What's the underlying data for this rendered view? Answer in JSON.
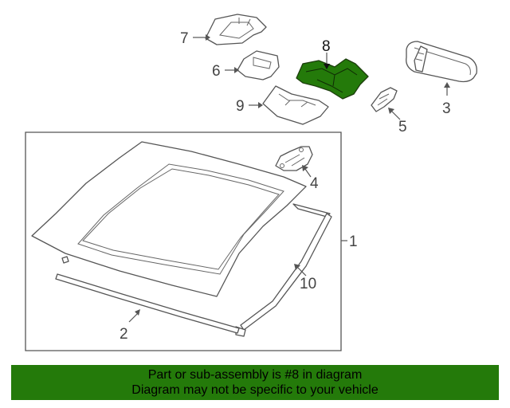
{
  "diagram": {
    "callouts": {
      "p1": "1",
      "p2": "2",
      "p3": "3",
      "p4": "4",
      "p5": "5",
      "p6": "6",
      "p7": "7",
      "p8": "8",
      "p9": "9",
      "p10": "10"
    },
    "highlight_part": "8",
    "highlight_color": "#247a0a",
    "frame_color": "#555555"
  },
  "banner": {
    "line1": "Part or sub-assembly is #8 in diagram",
    "line2": "Diagram may not be specific to your vehicle",
    "background_color": "#247a0a"
  }
}
